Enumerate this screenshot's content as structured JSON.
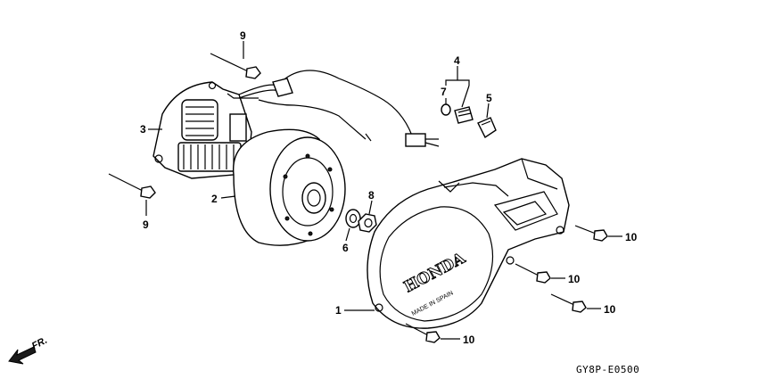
{
  "diagram": {
    "drawing_code": "GY8P-E0500",
    "direction_label": "FR.",
    "cover_brand": "HONDA",
    "cover_origin": "MADE IN SPAIN",
    "callouts": [
      {
        "id": "c1",
        "label": "1"
      },
      {
        "id": "c2",
        "label": "2"
      },
      {
        "id": "c3",
        "label": "3"
      },
      {
        "id": "c4",
        "label": "4"
      },
      {
        "id": "c5",
        "label": "5"
      },
      {
        "id": "c6",
        "label": "6"
      },
      {
        "id": "c7",
        "label": "7"
      },
      {
        "id": "c8",
        "label": "8"
      },
      {
        "id": "c9a",
        "label": "9"
      },
      {
        "id": "c9b",
        "label": "9"
      },
      {
        "id": "c10a",
        "label": "10"
      },
      {
        "id": "c10b",
        "label": "10"
      },
      {
        "id": "c10c",
        "label": "10"
      },
      {
        "id": "c10d",
        "label": "10"
      }
    ]
  }
}
